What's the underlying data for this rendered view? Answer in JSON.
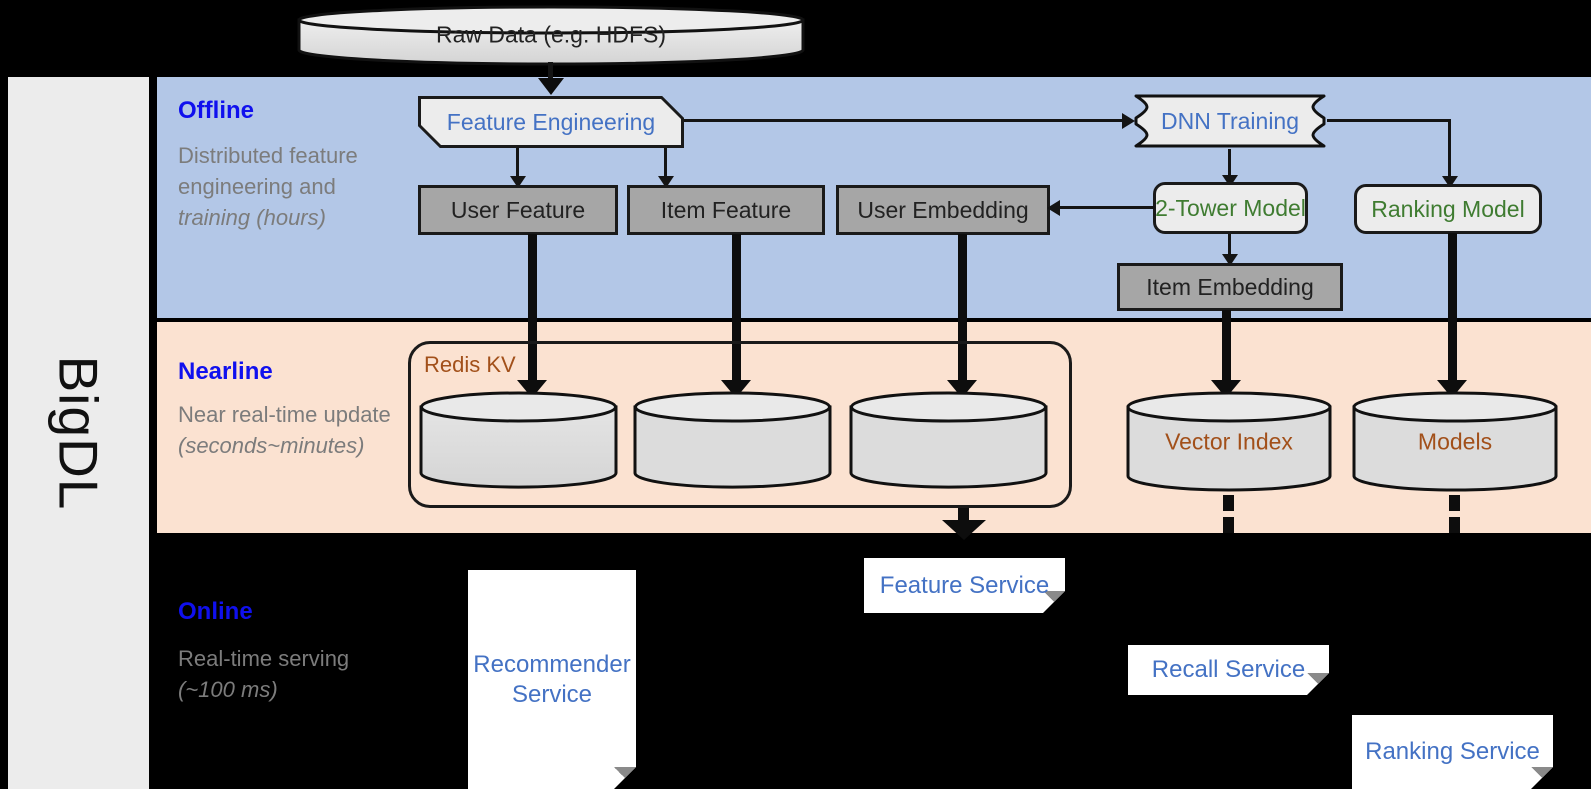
{
  "rail": {
    "label": "BigDL"
  },
  "bands": {
    "offline": {
      "title": "Offline",
      "subtitle": "Distributed feature engineering and training (hours)",
      "bg": "#b3c7e7"
    },
    "nearline": {
      "title": "Nearline",
      "subtitle": "Near real-time update (seconds~minutes)",
      "bg": "#fbe2d1"
    },
    "online": {
      "title": "Online",
      "subtitle": "Real-time serving (~100 ms)",
      "bg": "#000000"
    }
  },
  "source": {
    "label": "Raw Data (e.g. HDFS)"
  },
  "offline_nodes": {
    "feature_engineering": "Feature Engineering",
    "dnn_training": "DNN Training",
    "user_feature": "User Feature",
    "item_feature": "Item Feature",
    "user_embedding": "User Embedding",
    "two_tower_model": "2-Tower Model",
    "ranking_model": "Ranking Model",
    "item_embedding": "Item Embedding"
  },
  "nearline_nodes": {
    "redis_kv": "Redis KV",
    "store_user_feature": "",
    "store_item_feature": "",
    "store_user_embedding": "",
    "vector_index": "Vector Index",
    "models": "Models"
  },
  "online_nodes": {
    "recommender_service": "Recommender Service",
    "feature_service": "Feature Service",
    "recall_service": "Recall Service",
    "ranking_service": "Ranking Service"
  },
  "colors": {
    "offline_bg": "#b3c7e7",
    "nearline_bg": "#fbe2d1",
    "online_bg": "#000000",
    "rail_bg": "#ececec",
    "band_title": "#1010ee",
    "band_sub": "#7c7c7c",
    "blue_text": "#4472c4",
    "green_text": "#3f7c31",
    "brown_text": "#a2501a",
    "gray_node": "#a6a6a6",
    "light_node": "#ececec",
    "stroke": "#1a1a1a"
  }
}
